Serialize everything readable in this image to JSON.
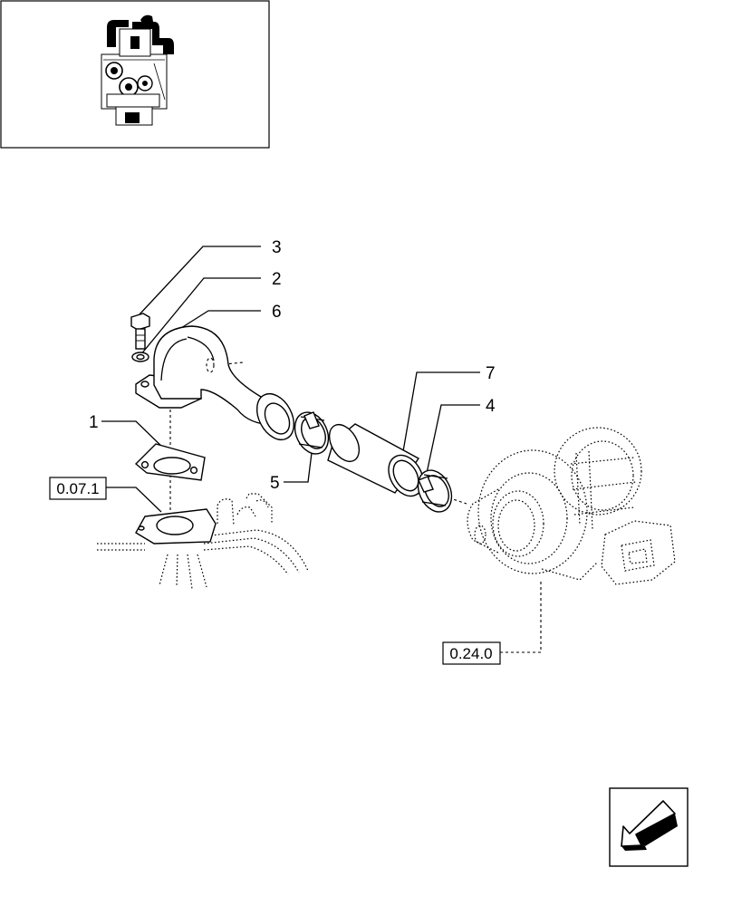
{
  "callouts": {
    "c1": "1",
    "c2": "2",
    "c3": "3",
    "c4": "4",
    "c5": "5",
    "c6": "6",
    "c7": "7"
  },
  "references": {
    "left": "0.07.1",
    "right": "0.24.0"
  },
  "icons": {
    "engine_thumbnail": "engine-thumbnail-icon",
    "next_page_arrow": "next-page-arrow-icon"
  }
}
